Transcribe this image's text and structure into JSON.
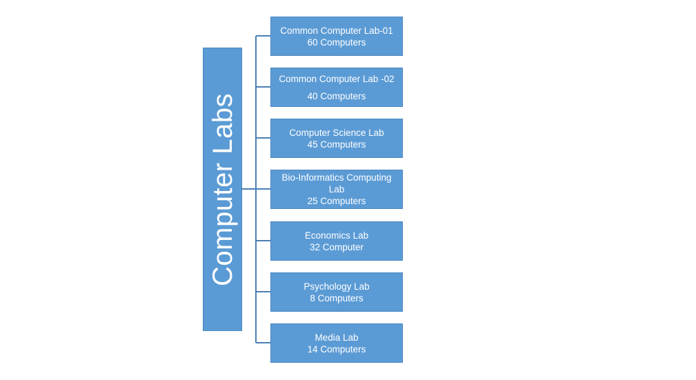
{
  "root": {
    "label": "Computer Labs"
  },
  "labs": [
    {
      "name": "Common Computer Lab-01",
      "count": "60 Computers"
    },
    {
      "name": "Common Computer Lab -02",
      "count": "40 Computers"
    },
    {
      "name": "Computer Science Lab",
      "count": "45 Computers"
    },
    {
      "name": "Bio-Informatics Computing Lab",
      "count": "25 Computers"
    },
    {
      "name": "Economics Lab",
      "count": "32 Computer"
    },
    {
      "name": "Psychology Lab",
      "count": "8 Computers"
    },
    {
      "name": "Media Lab",
      "count": "14 Computers"
    }
  ],
  "colors": {
    "box_fill": "#5b9bd5",
    "box_border": "#4a87c0",
    "connector": "#4a7fb5",
    "text": "#ffffff"
  }
}
